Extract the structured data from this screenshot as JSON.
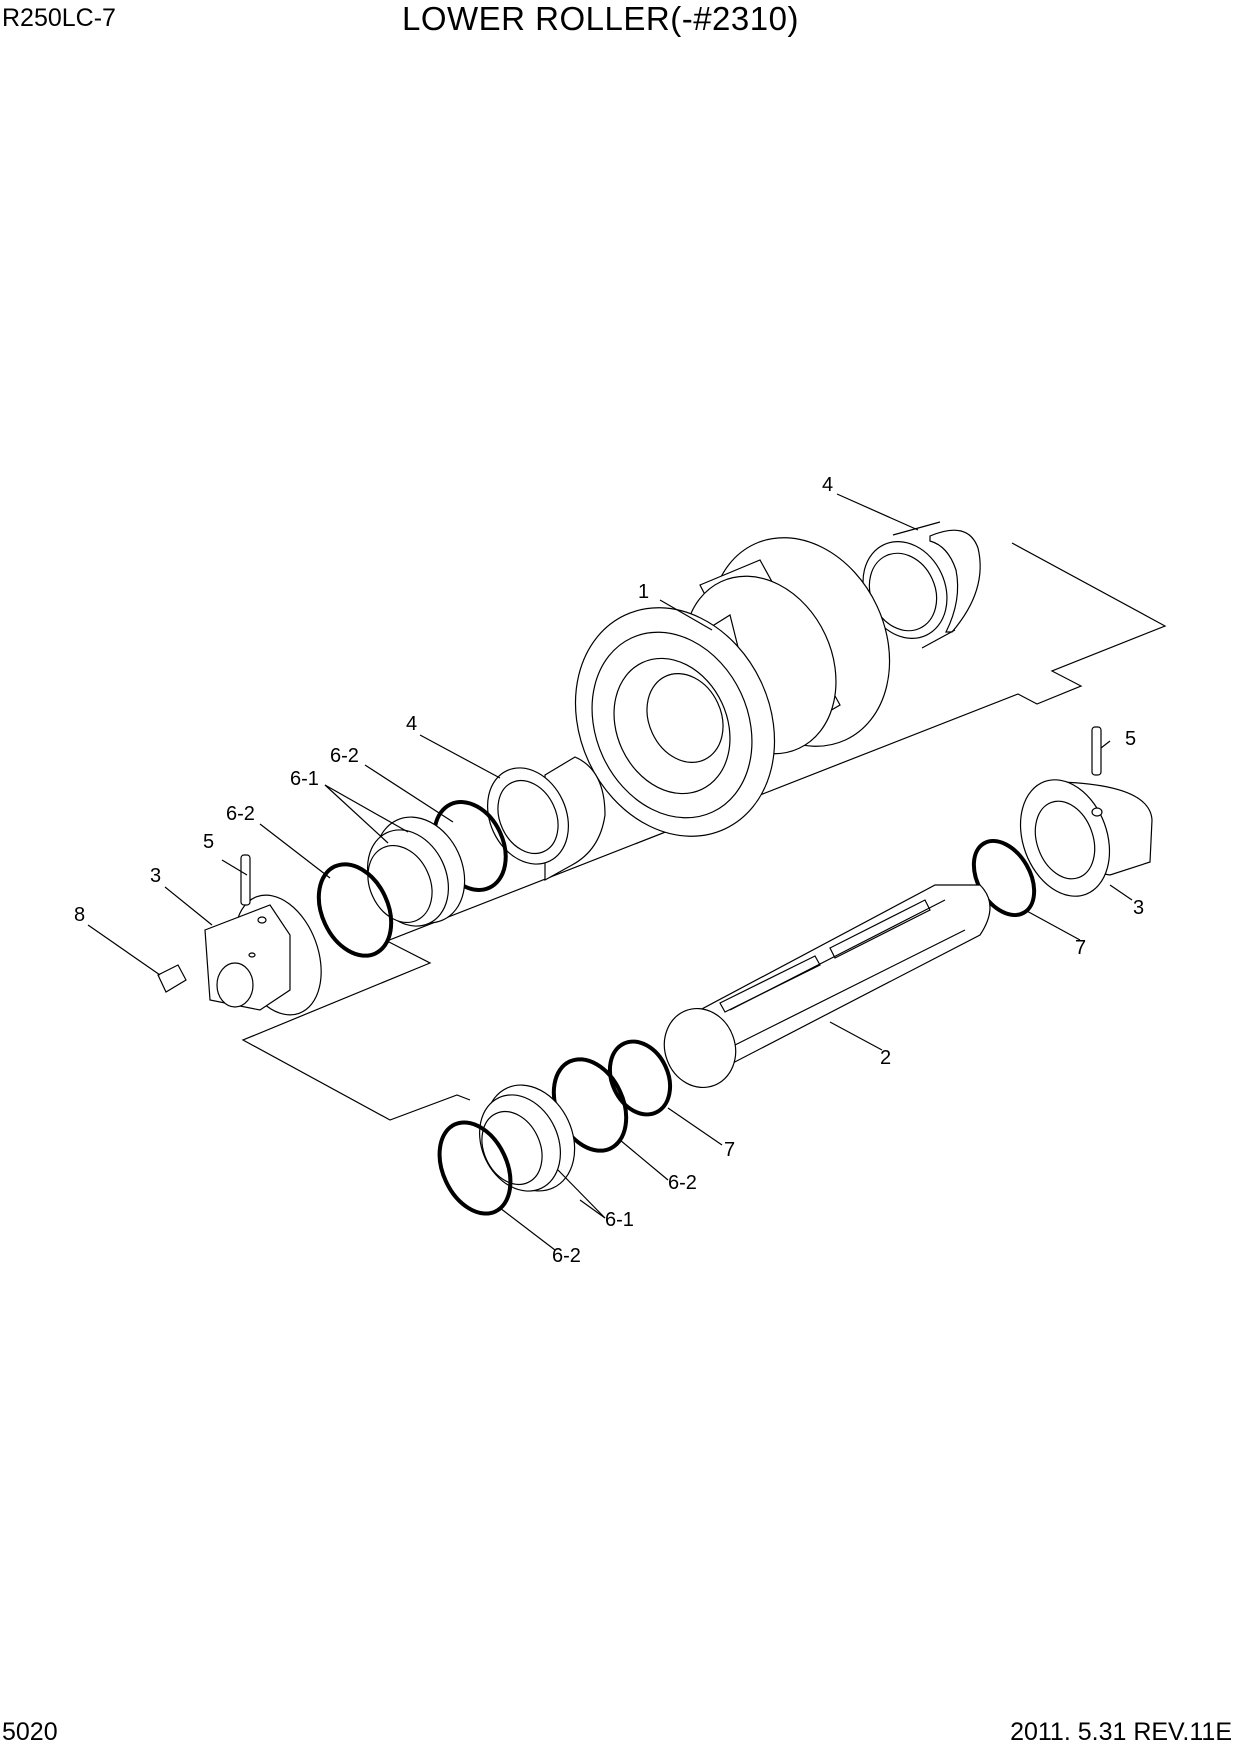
{
  "header": {
    "model": "R250LC-7",
    "title": "LOWER ROLLER(-#2310)"
  },
  "footer": {
    "page_number": "5020",
    "revision": "2011. 5.31  REV.11E"
  },
  "callouts": {
    "roller_shell": "1",
    "shaft": "2",
    "collar_left": "3",
    "collar_right": "3",
    "bushing_upper": "4",
    "bushing_lower": "4",
    "pin_left": "5",
    "pin_right": "5",
    "floating_seal_upper": "6-1",
    "floating_seal_lower": "6-1",
    "oring_upper_a": "6-2",
    "oring_upper_b": "6-2",
    "oring_lower_a": "6-2",
    "oring_lower_b": "6-2",
    "oring_shaft_right": "7",
    "oring_shaft_lower": "7",
    "plug": "8"
  }
}
